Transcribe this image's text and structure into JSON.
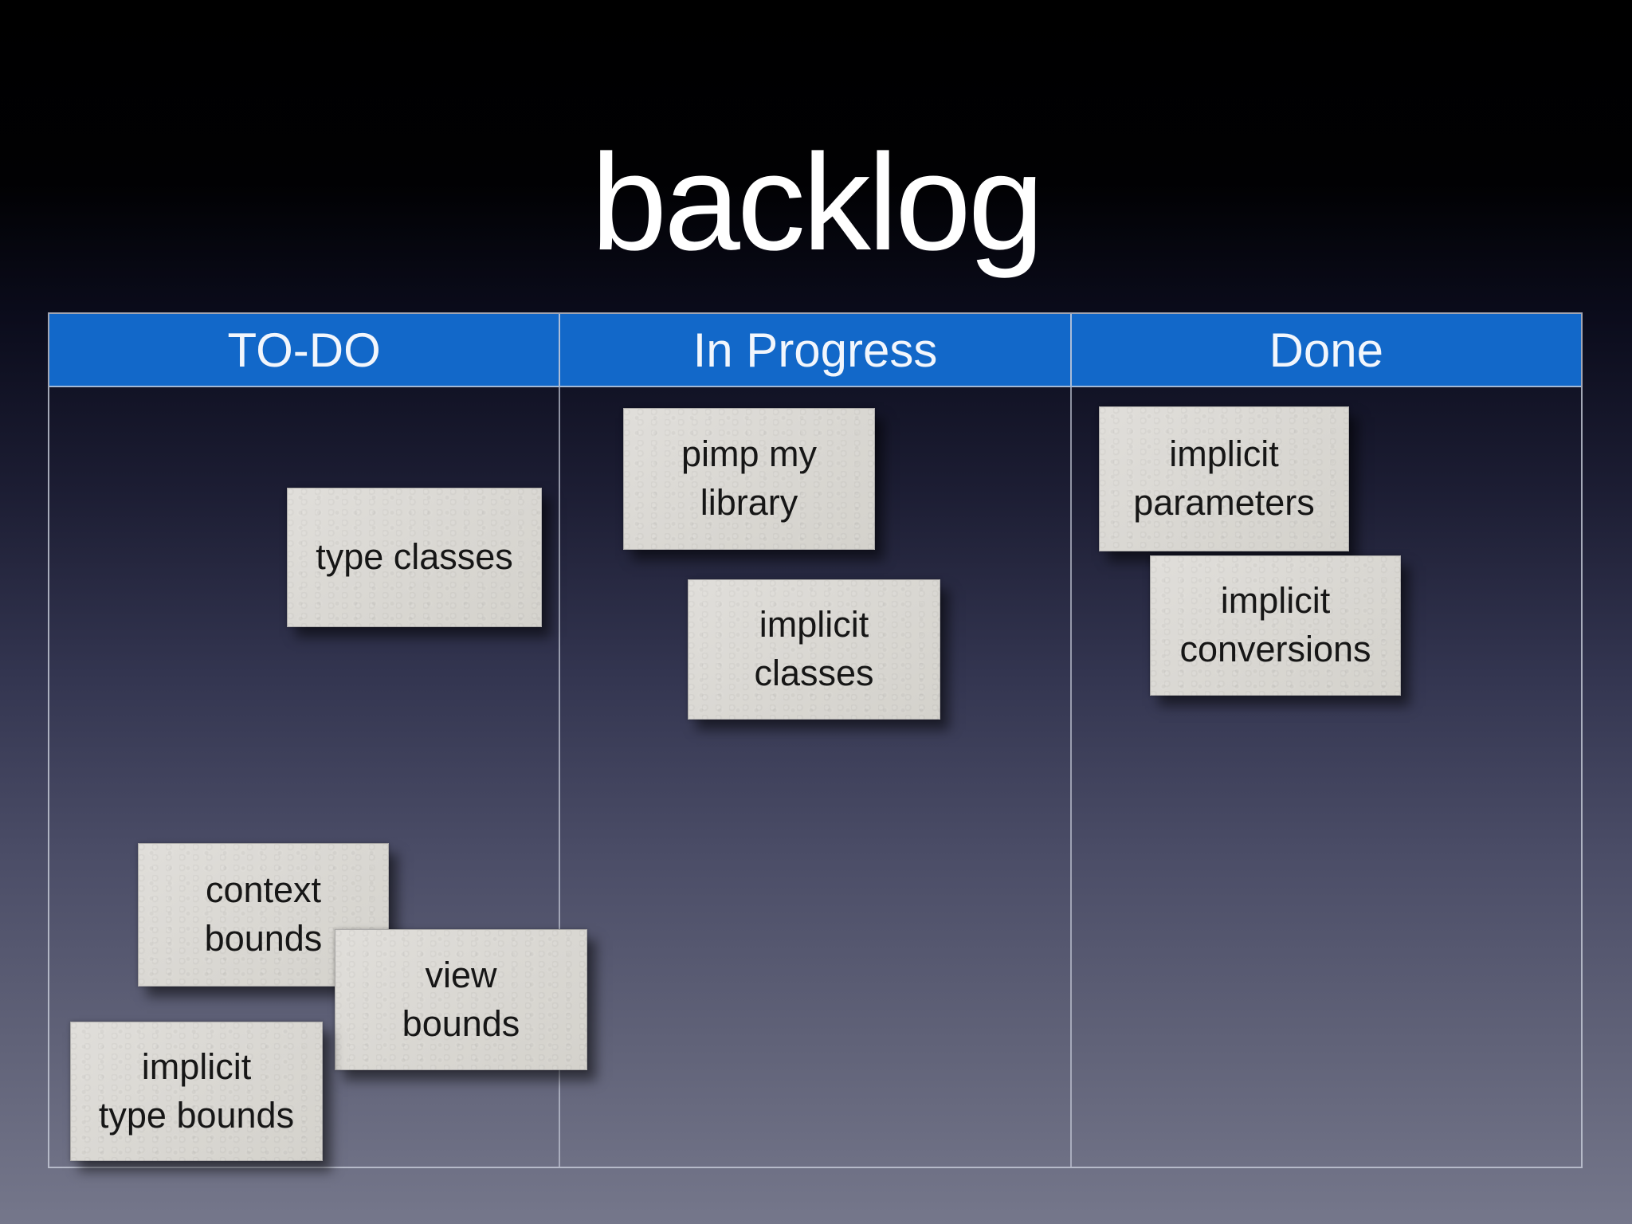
{
  "slide": {
    "title": "backlog"
  },
  "board": {
    "columns": [
      {
        "id": "todo",
        "label": "TO-DO"
      },
      {
        "id": "in-progress",
        "label": "In Progress"
      },
      {
        "id": "done",
        "label": "Done"
      }
    ]
  },
  "cards": [
    {
      "column": "TO-DO",
      "label": "type classes"
    },
    {
      "column": "In Progress",
      "label": "pimp my\nlibrary"
    },
    {
      "column": "In Progress",
      "label": "implicit\nclasses"
    },
    {
      "column": "Done",
      "label": "implicit\nparameters"
    },
    {
      "column": "Done",
      "label": "implicit\nconversions"
    },
    {
      "column": "TO-DO",
      "label": "context\nbounds"
    },
    {
      "column": "TO-DO",
      "label": "view\nbounds"
    },
    {
      "column": "TO-DO",
      "label": "implicit\ntype bounds"
    }
  ],
  "colors": {
    "header_blue": "#1268c9",
    "grid_line": "#c6cad6",
    "card_background": "#dcdad5",
    "card_text": "#161616",
    "title_text": "#ffffff",
    "background_top": "#000000",
    "background_bottom": "#75778b"
  }
}
